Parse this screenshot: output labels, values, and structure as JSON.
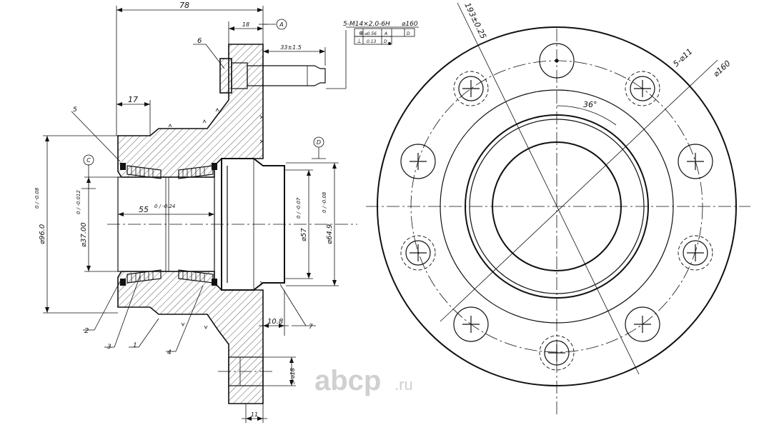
{
  "dimensions": {
    "overall_length": "78",
    "flange_thickness": "18",
    "stud_protrusion": "33±1.5",
    "bearing_offset": "17",
    "bore_diameter": "⌀37.00",
    "bore_tolerance": "0 / -0.012",
    "outer_diameter": "⌀96.0",
    "outer_tolerance": "0 / -0.08",
    "bearing_spacing": "55",
    "bearing_spacing_tolerance": "0 / -0.24",
    "pilot_inner_diameter": "⌀57",
    "pilot_inner_tolerance": "0 / -0.07",
    "pilot_outer_diameter": "⌀64.9",
    "pilot_outer_tolerance": "0 / -0.08",
    "pilot_depth": "10.8",
    "hole_diameter": "5-⌀18",
    "hole_depth": "11",
    "flange_diameter": "193±0.25",
    "stud_hole_diameter": "5-⌀11",
    "pcd": "⌀160",
    "angle": "36°"
  },
  "thread_spec": {
    "thread": "5-M14×2.0-6H",
    "pcd": "⌀160",
    "position_tol": "⌀0.56",
    "datum_a": "A",
    "datum_d": "D",
    "perp_tol": "0.13",
    "perp_datum": "D"
  },
  "datums": {
    "a": "A",
    "c": "C",
    "d": "D"
  },
  "part_labels": [
    "1",
    "2",
    "3",
    "4",
    "5",
    "6",
    "7"
  ],
  "watermark": {
    "brand": "abcp",
    "tld": ".ru"
  }
}
